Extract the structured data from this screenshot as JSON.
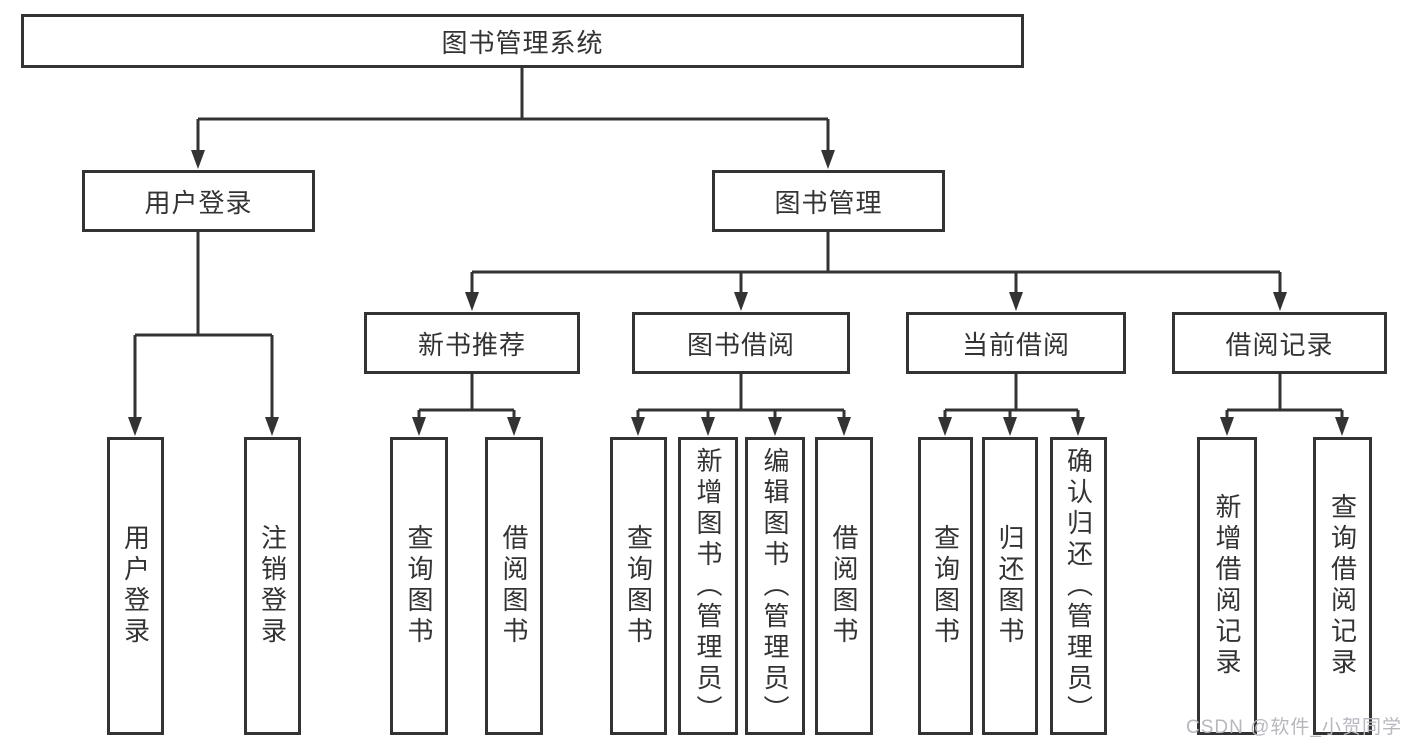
{
  "colors": {
    "line": "#333333",
    "box_border": "#333333",
    "text": "#333333",
    "watermark": "#b7b7c0",
    "bg": "#ffffff"
  },
  "watermark": "CSDN @软件_小贺同学",
  "chart": {
    "type": "hierarchy-diagram",
    "root": {
      "label": "图书管理系统",
      "children": [
        {
          "label": "用户登录",
          "children": [
            {
              "label": "用户登录"
            },
            {
              "label": "注销登录"
            }
          ]
        },
        {
          "label": "图书管理",
          "children": [
            {
              "label": "新书推荐",
              "children": [
                {
                  "label": "查询图书"
                },
                {
                  "label": "借阅图书"
                }
              ]
            },
            {
              "label": "图书借阅",
              "children": [
                {
                  "label": "查询图书"
                },
                {
                  "label": "新增图书（管理员）"
                },
                {
                  "label": "编辑图书（管理员）"
                },
                {
                  "label": "借阅图书"
                }
              ]
            },
            {
              "label": "当前借阅",
              "children": [
                {
                  "label": "查询图书"
                },
                {
                  "label": "归还图书"
                },
                {
                  "label": "确认归还（管理员）"
                }
              ]
            },
            {
              "label": "借阅记录",
              "children": [
                {
                  "label": "新增借阅记录"
                },
                {
                  "label": "查询借阅记录"
                }
              ]
            }
          ]
        }
      ]
    }
  }
}
